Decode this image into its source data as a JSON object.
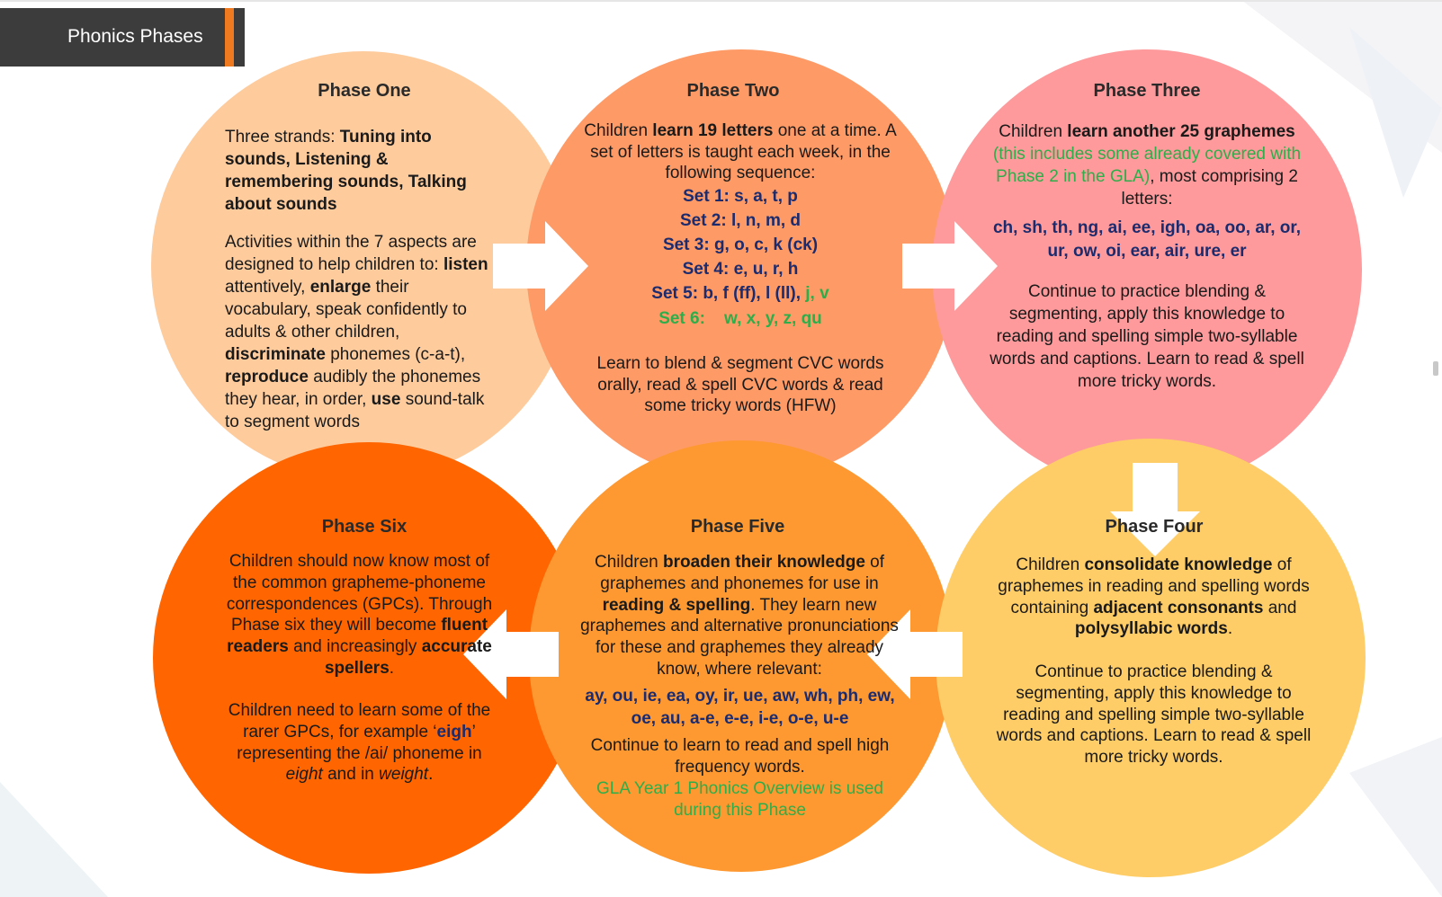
{
  "tab": {
    "label": "Phonics Phases"
  },
  "colors": {
    "phase1": "#fecb9d",
    "phase2": "#fe9a66",
    "phase3": "#fe9a9b",
    "phase4": "#fecd67",
    "phase5": "#fe9932",
    "phase6": "#ff6500",
    "navy": "#1b2b6e",
    "green": "#2eae4a",
    "tab_bg": "#3c3c3c",
    "tab_accent": "#f07a20"
  },
  "phase1": {
    "title": "Phase One",
    "strands_prefix": "Three strands: ",
    "strands_bold": "Tuning into sounds, Listening & remembering sounds, Talking about sounds",
    "act_1": "Activities within the 7 aspects are designed to help children to: ",
    "act_listen": "listen",
    "act_2": " attentively, ",
    "act_enlarge": "enlarge",
    "act_3": " their vocabulary, speak confidently to adults & other children, ",
    "act_discriminate": "discriminate",
    "act_4": " phonemes (c-a-t), ",
    "act_reproduce": "reproduce",
    "act_5": " audibly the phonemes they hear, in order, ",
    "act_use": "use",
    "act_6": " sound-talk to segment words"
  },
  "phase2": {
    "title": "Phase Two",
    "intro_1": "Children ",
    "intro_bold": "learn 19 letters",
    "intro_2": " one at a time. A set of letters is taught each week, in the following sequence:",
    "set1": "Set 1: s, a, t, p",
    "set2": "Set 2: l, n, m, d",
    "set3": "Set 3: g, o, c, k (ck)",
    "set4": "Set 4: e, u, r, h",
    "set5": "Set 5: b, f (ff), l (ll), ",
    "set5_green": "j, v",
    "set6": "Set 6:    w, x, y, z, qu",
    "outro": "Learn to blend & segment CVC words orally, read & spell CVC words & read some tricky words (HFW)"
  },
  "phase3": {
    "title": "Phase Three",
    "intro_1": "Children ",
    "intro_bold": "learn another 25 graphemes",
    "intro_green": " (this includes some already covered with Phase 2 in the GLA)",
    "intro_2": ", most comprising 2 letters:",
    "graphemes": "ch, sh, th, ng, ai, ee, igh, oa, oo, ar, or, ur, ow, oi, ear, air, ure, er",
    "outro": "Continue to practice blending & segmenting, apply this knowledge to reading and spelling simple two-syllable words and captions.  Learn to read & spell more tricky words."
  },
  "phase4": {
    "title": "Phase Four",
    "p_1": "Children ",
    "p_bold1": "consolidate knowledge",
    "p_2": " of graphemes in reading and spelling words containing ",
    "p_bold2": "adjacent consonants",
    "p_3": " and ",
    "p_bold3": "polysyllabic words",
    "p_4": ".",
    "outro": "Continue to practice blending & segmenting, apply this knowledge to reading and spelling simple two-syllable words and captions.  Learn to read & spell more tricky words."
  },
  "phase5": {
    "title": "Phase Five",
    "p_1": "Children ",
    "p_bold1": "broaden their knowledge",
    "p_2": " of graphemes and phonemes for use in ",
    "p_bold2": "reading & spelling",
    "p_3": ".  They learn new graphemes and alternative pronunciations for these and graphemes they already know, where relevant:",
    "graphemes": "ay, ou, ie, ea, oy, ir, ue, aw, wh, ph, ew, oe, au, a-e, e-e, i-e, o-e, u-e",
    "hfw": "Continue to learn to read and spell high frequency words.",
    "gla": "GLA Year 1 Phonics Overview is used during this Phase"
  },
  "phase6": {
    "title": "Phase Six",
    "p_1": "Children should now know most of the common grapheme-phoneme correspondences (GPCs). Through Phase six they will become ",
    "p_bold1": "fluent readers",
    "p_2": " and increasingly ",
    "p_bold2": "accurate spellers",
    "p_3": ".",
    "q_1": "Children need to learn some of the rarer GPCs, for example ‘",
    "q_eigh": "eigh",
    "q_2": "’ representing the /ai/ phoneme in ",
    "q_eight": "eight",
    "q_3": " and in ",
    "q_weight": "weight",
    "q_4": "."
  }
}
